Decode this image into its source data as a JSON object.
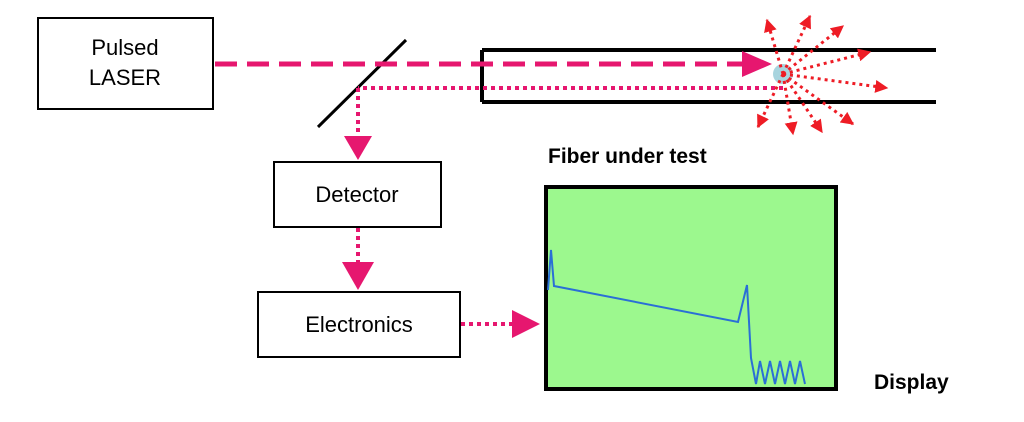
{
  "boxes": {
    "laser": {
      "line1": "Pulsed",
      "line2": "LASER"
    },
    "detector": {
      "label": "Detector"
    },
    "electronics": {
      "label": "Electronics"
    }
  },
  "labels": {
    "fiber": "Fiber under test",
    "display": "Display"
  },
  "colors": {
    "beam": "#e6176f",
    "scatter": "#ee1c25",
    "screen_fill": "#9cf88e",
    "trace": "#2a6fd6",
    "scatter_point": "#a8d4de"
  }
}
